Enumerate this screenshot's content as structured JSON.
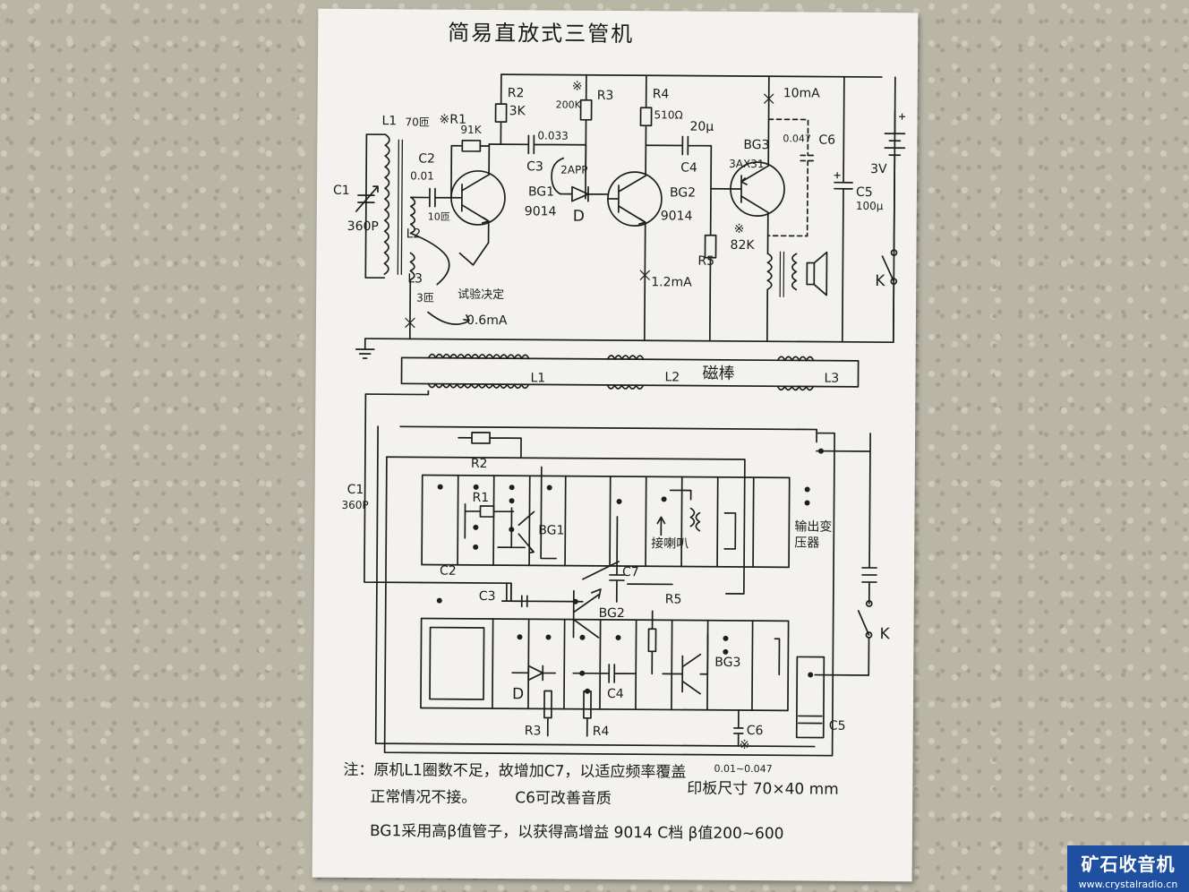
{
  "title": "简易直放式三管机",
  "labels": {
    "c1_top": "C1",
    "c1_val_top": "360P",
    "l1": "L1",
    "l1_turns": "70匝",
    "c2": "C2",
    "c2_val": "0.01",
    "l2": "L2",
    "l2_turns": "10匝",
    "l3": "L3",
    "l3_turns": "3匝",
    "test": "试验决定",
    "current1": "0.6mA",
    "r1": "※R1",
    "r1_val": "91K",
    "r2": "R2",
    "r2_val": "3K",
    "c3_val": "0.033",
    "c3": "C3",
    "bg1": "BG1",
    "bg1_type": "9014",
    "r3_mark": "※",
    "r3": "R3",
    "r3_val": "200K",
    "d_type": "2APP",
    "d": "D",
    "r4": "R4",
    "r4_val": "510Ω",
    "c4_val": "20μ",
    "c4": "C4",
    "bg2": "BG2",
    "bg2_type": "9014",
    "current2": "1.2mA",
    "r5": "R5",
    "r5_mark": "※",
    "r5_val": "82K",
    "current3": "10mA",
    "bg3": "BG3",
    "bg3_type": "3AX31",
    "c6_val": "0.047",
    "c6": "C6",
    "c5": "C5",
    "c5_val": "100μ",
    "batt": "3V",
    "k": "K",
    "rod_l1": "L1",
    "rod_l2": "L2",
    "rod": "磁棒",
    "rod_l3": "L3",
    "pcb_c1": "C1",
    "pcb_c1_val": "360P",
    "pcb_r2": "R2",
    "pcb_r1": "R1",
    "pcb_bg1": "BG1",
    "pcb_speaker": "接喇叭",
    "pcb_xfmr": "输出变压器",
    "pcb_c7": "C7",
    "pcb_c2": "C2",
    "pcb_c3": "C3",
    "pcb_bg2": "BG2",
    "pcb_r5": "R5",
    "pcb_d": "D",
    "pcb_c4": "C4",
    "pcb_bg3": "BG3",
    "pcb_r3": "R3",
    "pcb_r4": "R4",
    "pcb_c6": "C6",
    "pcb_c6_mark": "※",
    "pcb_c5": "C5",
    "pcb_k": "K"
  },
  "notes": {
    "line1": "注：原机L1圈数不足，故增加C7，以适应频率覆盖",
    "line2": "正常情况不接。",
    "c6_note": "C6可改善音质",
    "range": "0.01~0.047",
    "board": "印板尺寸 70×40 mm",
    "line3": "BG1采用高β值管子，以获得高增益 9014 C档 β值200~600"
  },
  "watermark": {
    "title": "矿石收音机",
    "url": "www.crystalradio.cn"
  }
}
